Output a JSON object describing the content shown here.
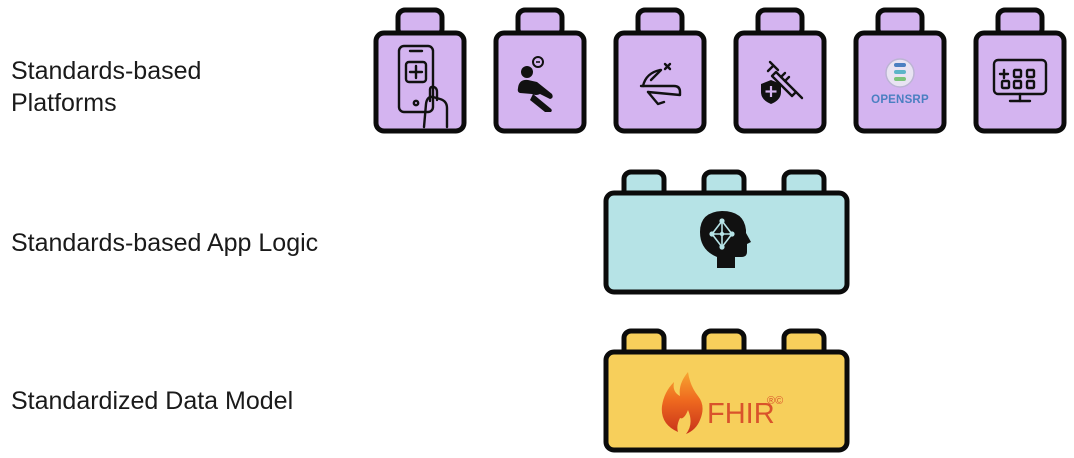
{
  "layers": {
    "platforms": {
      "label_line1": "Standards-based",
      "label_line2": "Platforms",
      "blocks": [
        {
          "icon": "mobile-health-app-icon"
        },
        {
          "icon": "community-health-worker-icon"
        },
        {
          "icon": "immunization-record-icon"
        },
        {
          "icon": "vaccine-syringe-icon"
        },
        {
          "icon": "opensrp-logo",
          "logo_text": "OPENSRP"
        },
        {
          "icon": "dashboard-monitor-icon"
        }
      ]
    },
    "app_logic": {
      "label": "Standards-based App Logic",
      "icon": "ai-brain-head-icon"
    },
    "data_model": {
      "label": "Standardized Data Model",
      "logo_text": "FHIR",
      "logo_marks": "®©",
      "icon": "fhir-flame-icon"
    }
  },
  "colors": {
    "platform_block": "#d4b4f0",
    "logic_block": "#b6e3e6",
    "data_block": "#f7cf5b",
    "outline": "#0b0b0b"
  }
}
